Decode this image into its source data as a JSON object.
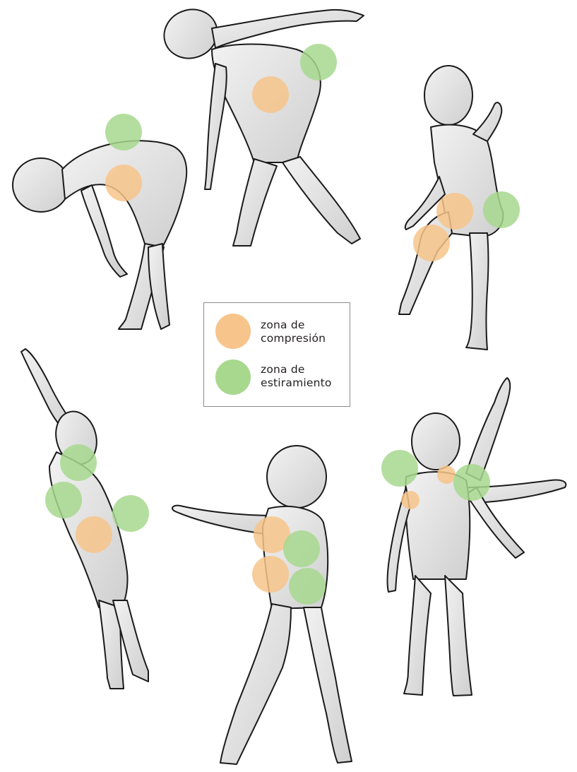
{
  "colors": {
    "compression": "#f7c48b",
    "stretch": "#a7d88e",
    "body_fill": "#e6e6e6",
    "body_shade": "#c9c9c9",
    "outline": "#1a1a1a"
  },
  "legend": {
    "compression_label_line1": "zona de",
    "compression_label_line2": "compresión",
    "stretch_label_line1": "zona de",
    "stretch_label_line2": "estiramiento"
  },
  "figures": [
    {
      "pose": "forward-bend",
      "markers": [
        "stretch",
        "compression"
      ]
    },
    {
      "pose": "side-bend",
      "markers": [
        "stretch",
        "compression"
      ]
    },
    {
      "pose": "knee-lift",
      "markers": [
        "compression",
        "compression",
        "stretch"
      ]
    },
    {
      "pose": "back-arch-arm-up",
      "markers": [
        "stretch",
        "stretch",
        "stretch",
        "compression"
      ]
    },
    {
      "pose": "trunk-twist",
      "markers": [
        "compression",
        "compression",
        "stretch",
        "stretch"
      ]
    },
    {
      "pose": "arm-raise-front",
      "markers": [
        "stretch",
        "compression",
        "compression",
        "stretch"
      ]
    }
  ]
}
